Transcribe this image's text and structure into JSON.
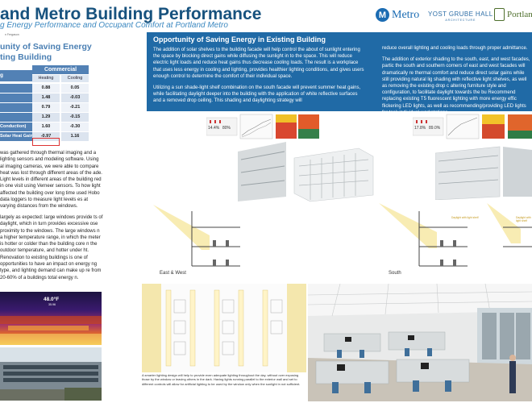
{
  "header": {
    "title": "and Metro Building Performance",
    "subtitle": "g Energy Performance and Occupant Comfort at Portland Metro",
    "authors": "n Fergason",
    "logos": {
      "metro": "Metro",
      "ygh_main": "YOST GRUBE HALL",
      "ygh_sub": "ARCHITECTURE",
      "psu": "Portland S"
    }
  },
  "left": {
    "heading_line1": "unity of Saving Energy",
    "heading_line2": "ting Building",
    "table": {
      "group_header": "Commercial",
      "component_header": "g Component",
      "sub_headers": [
        "Heating",
        "Cooling"
      ],
      "rows": [
        {
          "label": "",
          "heating": "0.88",
          "cooling": "0.05"
        },
        {
          "label": "",
          "heating": "1.48",
          "cooling": "-0.03"
        },
        {
          "label": "",
          "heating": "0.79",
          "cooling": "-0.21"
        },
        {
          "label": "",
          "heating": "1.29",
          "cooling": "-0.15"
        },
        {
          "label": "Conduction)",
          "heating": "1.60",
          "cooling": "-0.30"
        },
        {
          "label": "Solar Heat Gain)",
          "heating": "-0.97",
          "cooling": "1.16"
        }
      ]
    },
    "para1": "was gathered through thermal imaging and a lighting sensors and modeling software. Using al imaging cameras, we were able to compare heat was lost through different areas of the ade. Light levels in different areas of the building red in one visit using Verneer sensors. To how light affected the building over long time used Hobo data loggers to measure light levels es at varying distances from the windows.",
    "para2": "largely as expected: large windows provide ts of daylight, which in turn provides excessive ose proximity to the windows. The large windows n a higher temperature range, in which the meter is hotter or colder than the building core n the outdoor temperature, and hotter under ht. Renovation to existing buildings is one of opportunities to have an impact on energy ng type, and lighting demand can make up re from 20-60% of a buildings total energy n.",
    "thermal_temp": "48.0°F",
    "thermal_sub": "35.96"
  },
  "bluebox": {
    "heading": "Opportunity of Saving Energy in Existing Building",
    "col1_p1": "The addition of solar shelves to the building facade will help control the about of sunlight entering the space by blocking direct gains while diffusing the sunlight in to the space. This will reduce electric light loads and reduce heat gains thus decrease cooling loads. The result is a workplace that uses less energy in cooling and lighting, provides healthier lighting conditions, and gives users enough control to determine the comfort of their individual space.",
    "col1_p2": "Utilizing a sun shade-light shelf combination on the south facade will prevent summer heat gains, while facilitating daylight deeper into the building with the application of white reflective surfaces and a removed drop ceiling. This shading and daylighting strategy will",
    "col2_p1": "reduce overall lighting and cooling loads through proper admittance.",
    "col2_p2": "The addition of exterior shading to the south, east, and west facades, partic the south and southern corners of east and west facades will dramatically re thermal comfort and reduce direct solar gains while still providing natural lig shading with reflective light shelves, as well as removing the existing drop c altering furniture style and configuration, to facilitate daylight towards the bu Recommend replacing existing T5 fluorescent lighting with more energy effic flickering LED lights, as well as recommending/providing LED lights for task individual workstations."
  },
  "panels": {
    "sim1_pct_a": "14.4%",
    "sim1_pct_b": "80%",
    "sim2_pct_a": "17.8%",
    "sim2_pct_b": "89.0%",
    "label_east_west": "East & West",
    "label_south": "South",
    "shelf_note": "Daylight with light shelf",
    "caption": "A smarter lighting design will help to provide even adequate lighting throughout the day, without over exposing those by the window or leaving others in the dark. Having lights running parallel to the exterior wall and set to different controls will allow for artificial lighting to be used by the window only when the sunlight in not sufficient."
  }
}
